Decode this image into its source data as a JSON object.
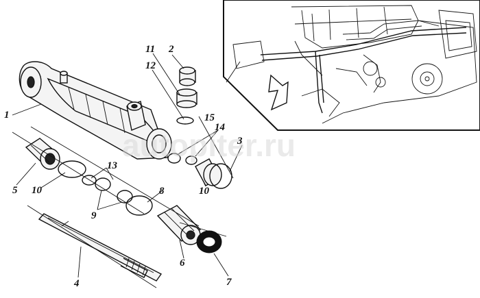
{
  "watermark": "autopiter.ru",
  "callouts": {
    "c1": "1",
    "c2": "2",
    "c3": "3",
    "c4": "4",
    "c5": "5",
    "c6": "6",
    "c7": "7",
    "c8": "8",
    "c9": "9",
    "c10a": "10",
    "c10b": "10",
    "c11": "11",
    "c12": "12",
    "c13": "13",
    "c14": "14",
    "c15": "15"
  }
}
